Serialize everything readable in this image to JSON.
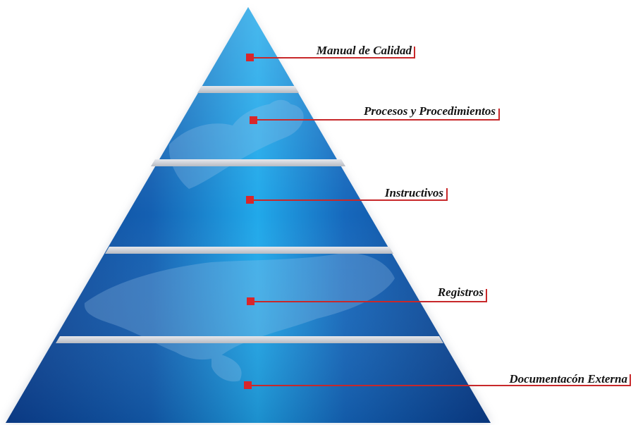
{
  "pyramid": {
    "levels": [
      {
        "label": "Manual de Calidad"
      },
      {
        "label": "Procesos y Procedimientos"
      },
      {
        "label": "Instructivos"
      },
      {
        "label": "Registros"
      },
      {
        "label": "Documentacón Externa"
      }
    ]
  },
  "colors": {
    "pyramid_dark": "#0a3f8f",
    "pyramid_mid": "#1a73c8",
    "pyramid_light": "#22b4ee",
    "separator": "#c9ccd2",
    "marker": "#d9262a",
    "connector": "#c8282a",
    "label_text": "#141414"
  }
}
